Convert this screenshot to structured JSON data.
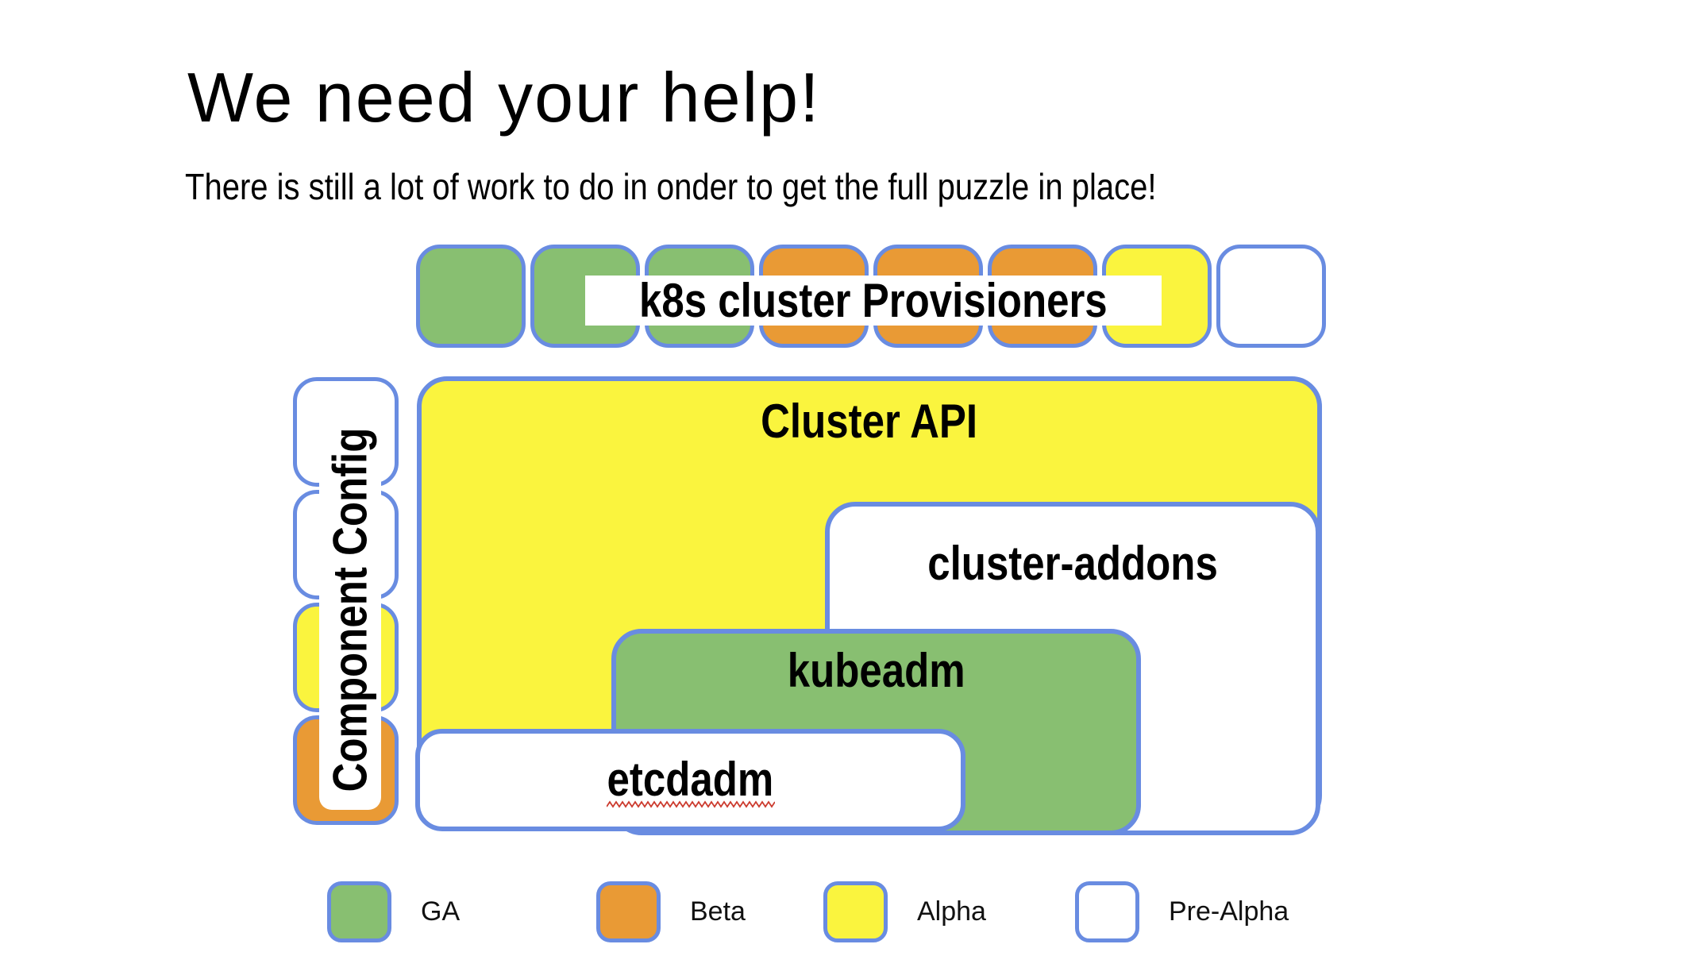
{
  "title": "We need your help!",
  "subtitle": "There is still a lot of work to do in onder to get the full puzzle in place!",
  "colors": {
    "border_blue": "#698CE1",
    "ga_green": "#88BF71",
    "beta_orange": "#E99A35",
    "alpha_yellow": "#FAF43E",
    "prealpha_white": "#FFFFFF",
    "squiggle_red": "#CC3B2E",
    "text_black": "#000000"
  },
  "diagram": {
    "provisioners_row": {
      "label": "k8s cluster Provisioners",
      "pieces": [
        "ga",
        "ga",
        "ga",
        "beta",
        "beta",
        "beta",
        "alpha",
        "prealpha"
      ]
    },
    "component_config": {
      "label": "Component Config",
      "pieces": [
        "prealpha",
        "prealpha",
        "alpha",
        "beta"
      ]
    },
    "cluster_api": {
      "label": "Cluster API",
      "status": "alpha"
    },
    "cluster_addons": {
      "label": "cluster-addons",
      "status": "prealpha"
    },
    "kubeadm": {
      "label": "kubeadm",
      "status": "ga"
    },
    "etcdadm": {
      "label": "etcdadm",
      "status": "prealpha",
      "spellcheck_underline": true
    }
  },
  "legend": [
    {
      "label": "GA",
      "status": "ga"
    },
    {
      "label": "Beta",
      "status": "beta"
    },
    {
      "label": "Alpha",
      "status": "alpha"
    },
    {
      "label": "Pre-Alpha",
      "status": "prealpha"
    }
  ]
}
